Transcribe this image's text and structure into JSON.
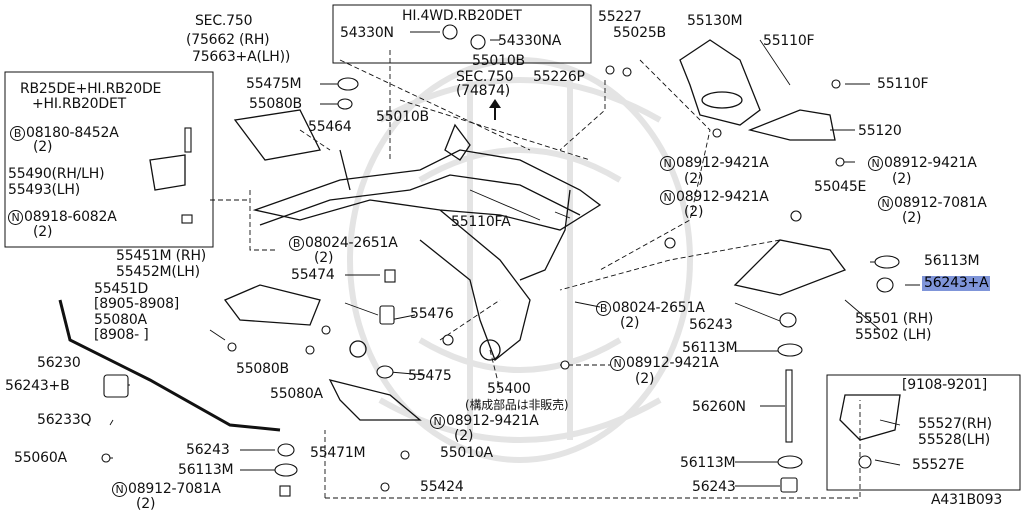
{
  "diagram_id": "A431B093",
  "boxes": {
    "rb25de": {
      "line1": "RB25DE+HI.RB20DE",
      "line2": "+HI.RB20DET"
    },
    "hi4wd": {
      "title": "HI.4WD.RB20DET"
    },
    "date_range": {
      "title": "[9108-9201]"
    }
  },
  "sec_refs": {
    "sec750a": {
      "line1": "SEC.750",
      "line2": "(75662   (RH)",
      "line3": "75663+A(LH))"
    },
    "sec750b": {
      "line1": "SEC.750",
      "line2": "(74874)"
    }
  },
  "labels": {
    "p54330n": "54330N",
    "p54330na": "54330NA",
    "p55010b_top": "55010B",
    "p55010b_left": "55010B",
    "p55227": "55227",
    "p55025b": "55025B",
    "p55226p": "55226P",
    "p55130m": "55130M",
    "p55110f_top": "55110F",
    "p55110f_right": "55110F",
    "p55120": "55120",
    "n08912_9421a_1": "08912-9421A",
    "n08912_9421a_1_q": "(2)",
    "n08912_9421a_2": "08912-9421A",
    "n08912_9421a_2_q": "(2)",
    "n08912_9421a_3": "08912-9421A",
    "n08912_9421a_3_q": "(2)",
    "p55045e": "55045E",
    "n08912_7081a_r": "08912-7081A",
    "n08912_7081a_r_q": "(2)",
    "p56113m_r": "56113M",
    "p56243a": "56243+A",
    "p55501": "55501 (RH)",
    "p55502": "55502 (LH)",
    "p56243_mid": "56243",
    "p56113m_mid": "56113M",
    "n08912_9421a_4": "08912-9421A",
    "n08912_9421a_4_q": "(2)",
    "p56260n": "56260N",
    "p56113m_bot": "56113M",
    "p56243_bot": "56243",
    "p55527": "55527(RH)",
    "p55528": "55528(LH)",
    "p55527e": "55527E",
    "p55475m": "55475M",
    "p55080b_top": "55080B",
    "p55464": "55464",
    "b08180": "08180-8452A",
    "b08180_q": "(2)",
    "p55490": "55490(RH/LH)",
    "p55493": "55493(LH)",
    "n08918": "08918-6082A",
    "n08918_q": "(2)",
    "p55110fa": "55110FA",
    "b08024_1": "08024-2651A",
    "b08024_1_q": "(2)",
    "b08024_2": "08024-2651A",
    "b08024_2_q": "(2)",
    "p55451m": "55451M (RH)",
    "p55452m": "55452M(LH)",
    "p55451d": "55451D",
    "p8905": "[8905-8908]",
    "p55080a_top": "55080A",
    "p8908": "[8908-    ]",
    "p55474": "55474",
    "p55476": "55476",
    "p55475": "55475",
    "p55080b_bot": "55080B",
    "p55080a_bot": "55080A",
    "p56230": "56230",
    "p56243b": "56243+B",
    "p56233q": "56233Q",
    "p55060a": "55060A",
    "p56243_left": "56243",
    "p56113m_left": "56113M",
    "n08912_7081a_l": "08912-7081A",
    "n08912_7081a_l_q": "(2)",
    "p55471m": "55471M",
    "p55400": "55400",
    "p55400_note": "(構成部品は非販売)",
    "n08912_9421a_5": "08912-9421A",
    "n08912_9421a_5_q": "(2)",
    "p55010a": "55010A",
    "p55424": "55424"
  },
  "symbols": {
    "n": "N",
    "b": "B"
  },
  "colors": {
    "highlight": "#7f95d9",
    "line": "#111111",
    "watermark": "#e6e6e6"
  }
}
